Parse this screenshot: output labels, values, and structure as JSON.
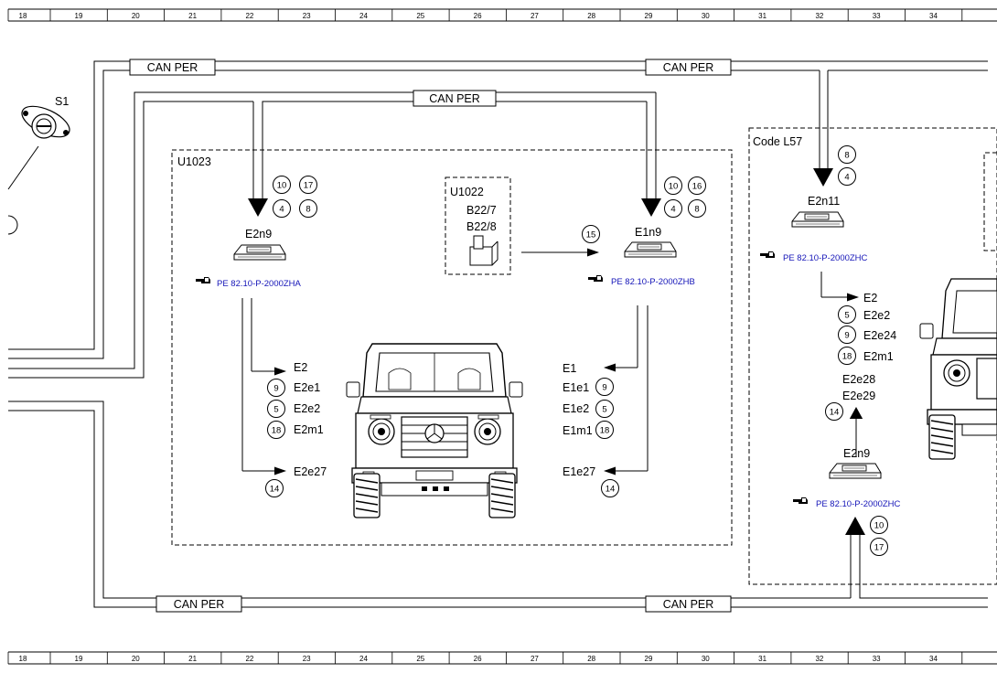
{
  "ruler": {
    "numbers": [
      "18",
      "19",
      "20",
      "21",
      "22",
      "23",
      "24",
      "25",
      "26",
      "27",
      "28",
      "29",
      "30",
      "31",
      "32",
      "33",
      "34"
    ]
  },
  "bus": {
    "label": "CAN PER"
  },
  "switch": {
    "label": "S1"
  },
  "groups": {
    "u1023": "U1023",
    "u1022": "U1022",
    "code_l57": "Code L57"
  },
  "u1022": {
    "sensor1": "B22/7",
    "sensor2": "B22/8",
    "circle": "15"
  },
  "modules": {
    "e2n9_left": {
      "label": "E2n9",
      "ref": "PE 82.10-P-2000ZHA",
      "circles": [
        "10",
        "17",
        "4",
        "8"
      ]
    },
    "e1n9": {
      "label": "E1n9",
      "ref": "PE 82.10-P-2000ZHB",
      "circles": [
        "10",
        "16",
        "4",
        "8"
      ]
    },
    "e2n11": {
      "label": "E2n11",
      "ref": "PE 82.10-P-2000ZHC",
      "circles": [
        "8",
        "4"
      ]
    },
    "e2n9_right": {
      "label": "E2n9",
      "ref": "PE 82.10-P-2000ZHC",
      "circles": [
        "10",
        "17"
      ]
    }
  },
  "left_outputs": {
    "items": [
      {
        "label": "E2",
        "circle": ""
      },
      {
        "label": "E2e1",
        "circle": "9"
      },
      {
        "label": "E2e2",
        "circle": "5"
      },
      {
        "label": "E2m1",
        "circle": "18"
      },
      {
        "label": "E2e27",
        "circle": "14"
      }
    ]
  },
  "center_outputs": {
    "items": [
      {
        "label": "E1",
        "circle": ""
      },
      {
        "label": "E1e1",
        "circle": "9"
      },
      {
        "label": "E1e2",
        "circle": "5"
      },
      {
        "label": "E1m1",
        "circle": "18"
      },
      {
        "label": "E1e27",
        "circle": "14"
      }
    ]
  },
  "right_outputs": {
    "items": [
      {
        "label": "E2",
        "circle": ""
      },
      {
        "label": "E2e2",
        "circle": "5"
      },
      {
        "label": "E2e24",
        "circle": "9"
      },
      {
        "label": "E2m1",
        "circle": "18"
      }
    ],
    "input1": "E2e28",
    "input2": "E2e29",
    "input_circle": "14"
  },
  "colors": {
    "ref_link": "#1515b8",
    "line": "#000000"
  }
}
